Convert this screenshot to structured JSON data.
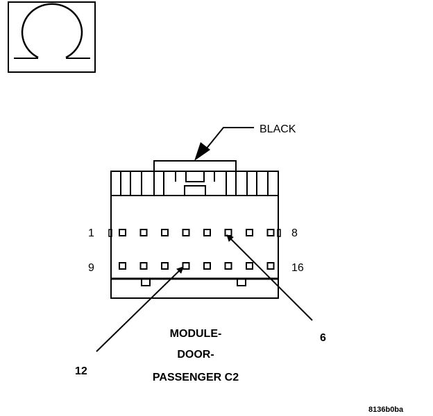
{
  "connector": {
    "color_label": "BLACK",
    "name_lines": [
      "MODULE-",
      "DOOR-",
      "PASSENGER C2"
    ],
    "pin_count": 16,
    "row_labels": {
      "top_left": "1",
      "top_right": "8",
      "bottom_left": "9",
      "bottom_right": "16"
    },
    "callouts": [
      {
        "pin": "6",
        "label": "6"
      },
      {
        "pin": "12",
        "label": "12"
      }
    ]
  },
  "symbol": {
    "icon": "omega-icon"
  },
  "figure_id": "8136b0ba",
  "colors": {
    "line": "#000000",
    "background": "#ffffff"
  }
}
